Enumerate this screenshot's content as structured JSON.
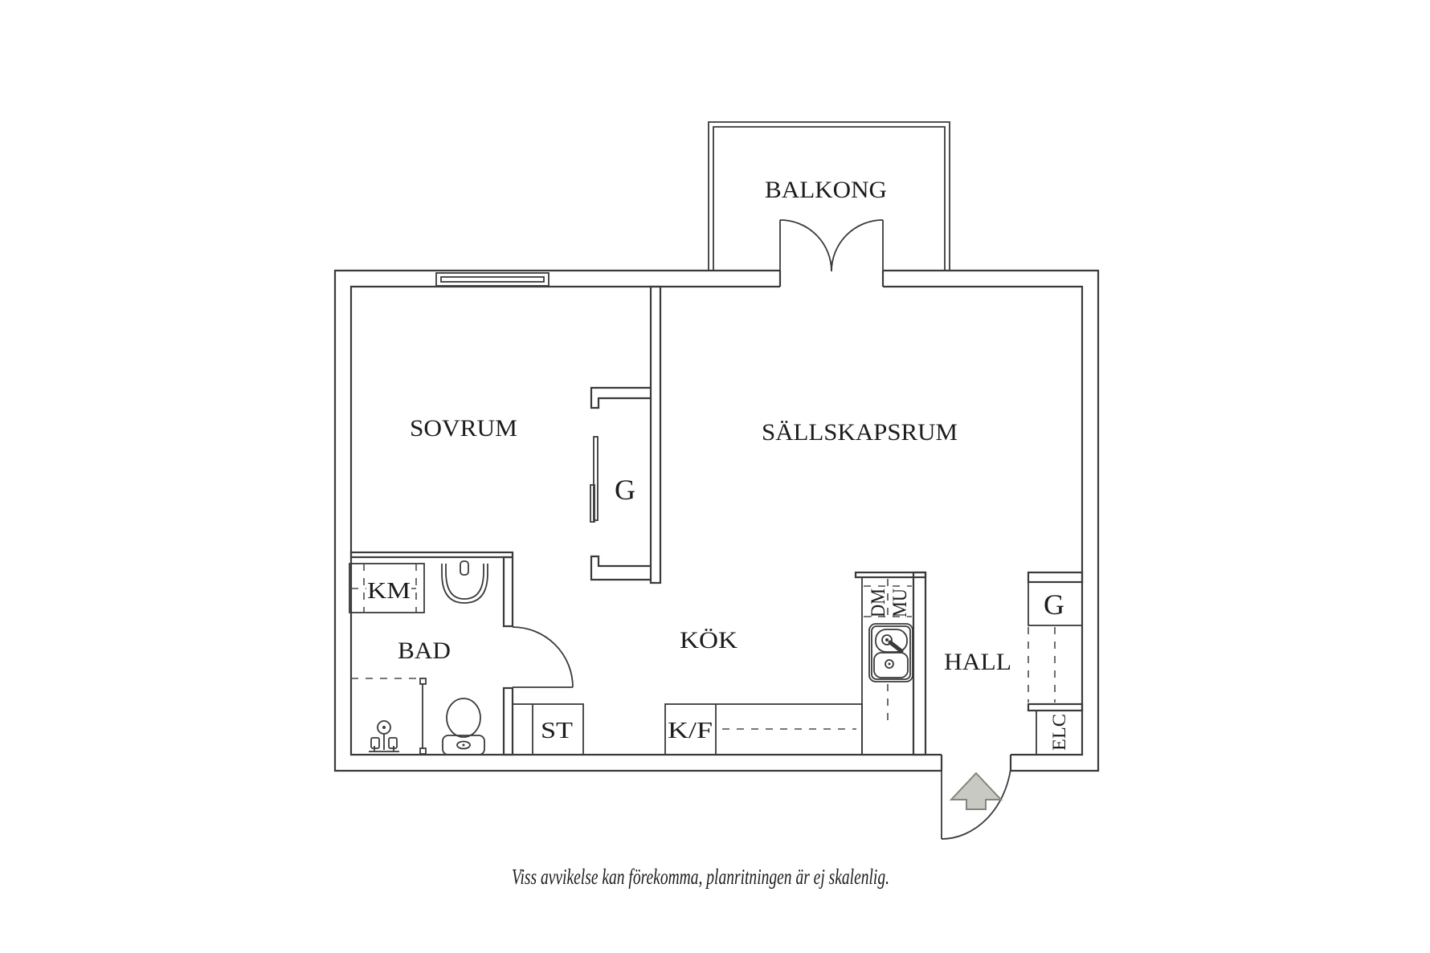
{
  "floorplan": {
    "rooms": {
      "balcony": "BALKONG",
      "bedroom": "SOVRUM",
      "living": "SÄLLSKAPSRUM",
      "kitchen": "KÖK",
      "bath": "BAD",
      "hall": "HALL"
    },
    "fixtures": {
      "washing_machine": "KM",
      "wardrobe_bedroom": "G",
      "wardrobe_hall": "G",
      "cleaning_closet": "ST",
      "fridge_freezer": "K/F",
      "dishwasher": "DM",
      "microwave": "MU",
      "electrical": "ELC"
    },
    "caption": "Viss avvikelse kan förekomma, planritningen är ej skalenlig.",
    "colors": {
      "line": "#3a3a3a",
      "text": "#1c1c1c",
      "arrow_fill": "#c9c9c3",
      "arrow_stroke": "#84847e",
      "background": "#ffffff"
    }
  }
}
